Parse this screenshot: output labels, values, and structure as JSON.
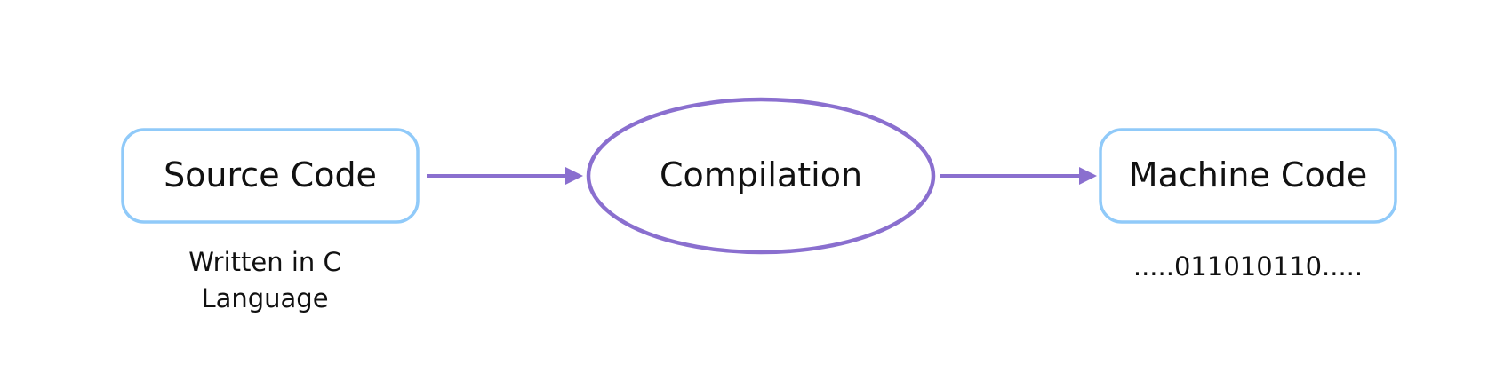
{
  "diagram": {
    "nodes": {
      "source": {
        "label": "Source Code",
        "caption_line1": "Written in C",
        "caption_line2": "Language"
      },
      "compile": {
        "label": "Compilation"
      },
      "machine": {
        "label": "Machine Code",
        "caption": ".....011010110....."
      }
    },
    "colors": {
      "box_border": "#90caf9",
      "ellipse_border": "#8a6fcf",
      "arrow": "#8a6fcf",
      "text": "#111111"
    }
  }
}
